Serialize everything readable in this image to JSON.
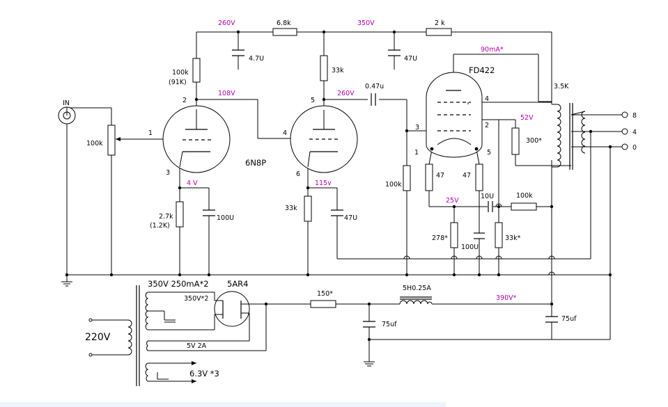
{
  "labels": {
    "v260a": "260V",
    "r68k": "6.8k",
    "v350": "350V",
    "r2k": "2 k",
    "c47u_top": "4.7U",
    "c47u_right": "47U",
    "r100k_plate": "100k",
    "r91k": "(91K)",
    "r33k_top": "33k",
    "v108": "108V",
    "v260b": "260V",
    "c047u": "0.47u",
    "i90ma": "90mA*",
    "fd422": "FD422",
    "t35k": "3.5K",
    "v52": "52V",
    "r300": "300*",
    "in": "IN",
    "pot100k": "100k",
    "v4": "4 V",
    "tube": "6N8P",
    "v115": "115v",
    "r27k": "2.7k",
    "r12k": "(1.2K)",
    "c100u_a": "100U",
    "r33k_cath": "33k",
    "c47u_cath": "47U",
    "r100k_grid": "100k",
    "r47a": "47",
    "r47b": "47",
    "v25": "25V",
    "c10u": "10U",
    "r100k_fb": "100k",
    "r278": "278*",
    "c100u_b": "100U",
    "r33k_star": "33k*",
    "out8": "8",
    "out4": "4",
    "out0": "0",
    "ptx_hv": "350V 250mA*2",
    "rect": "5AR4",
    "hv2": "350V*2",
    "mains": "220V",
    "fil5v": "5V 2A",
    "fil63": "6.3V *3",
    "r150": "150*",
    "choke": "5H0.25A",
    "v390": "390V*",
    "c75a": "75uf",
    "c75b": "75uf",
    "p1": "1",
    "p2": "2",
    "p3": "3",
    "p4": "4",
    "p5": "5",
    "p6": "6",
    "fp1": "1",
    "fp2": "2",
    "fp3": "3",
    "fp4": "4",
    "fp5": "5"
  },
  "colors": {
    "voltage_label": "#b000b0",
    "wire": "#000000"
  }
}
